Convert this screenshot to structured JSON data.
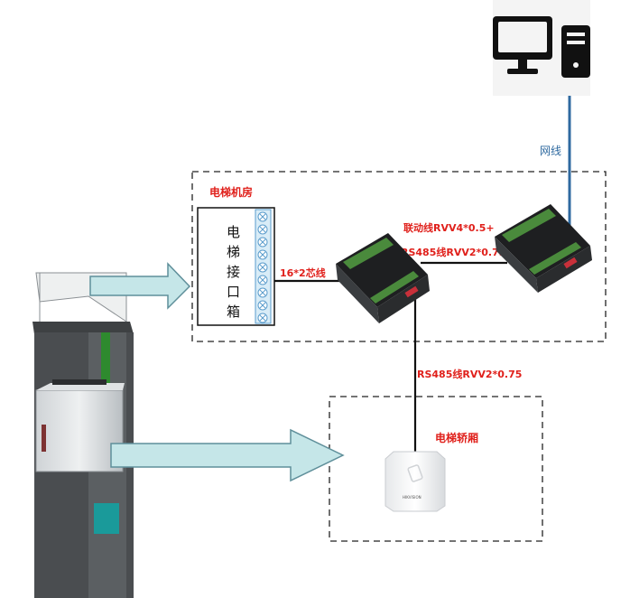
{
  "labels": {
    "network_cable": "网线",
    "machine_room": "电梯机房",
    "interface_box": [
      "电",
      "梯",
      "接",
      "口",
      "箱"
    ],
    "core_wire": "16*2芯线",
    "linkage_wire": "联动线RVV4*0.5+",
    "rs485_top": "RS485线RVV2*0.75",
    "rs485_vertical": "RS485线RVV2*0.75",
    "elevator_car": "电梯轿厢",
    "reader_brand": "HIKVISION"
  },
  "colors": {
    "label_red": "#e0201b",
    "network_blue": "#2f6aa0",
    "arrow_fill": "#c5e6e8",
    "arrow_stroke": "#5f8f9a",
    "controller_body": "#2b2d2f",
    "terminal_green": "#4a8a3c",
    "port_red": "#c8303a"
  },
  "icons": {
    "computer": "desktop-computer-icon",
    "controller": "access-controller-icon",
    "reader": "card-reader-icon",
    "elevator": "elevator-shaft-icon"
  }
}
